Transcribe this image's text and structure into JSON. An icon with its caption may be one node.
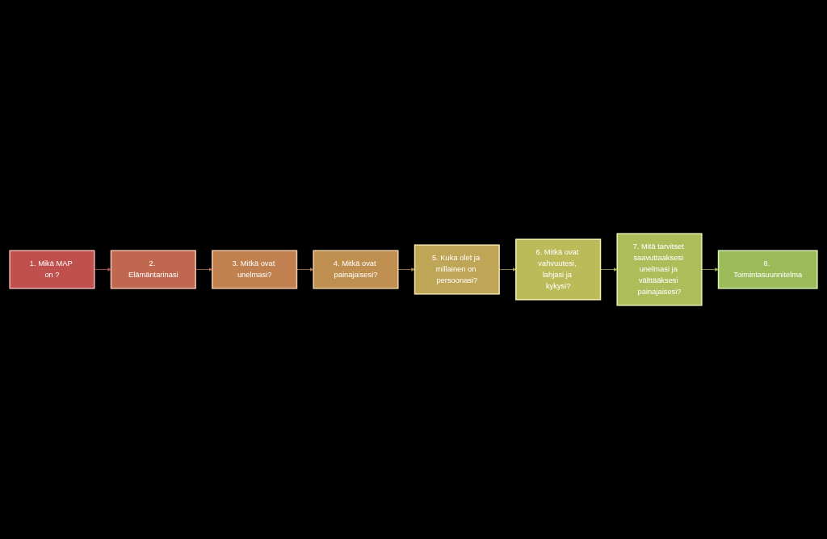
{
  "diagram": {
    "nodes": [
      {
        "text": [
          "1. Mikä MAP on ?"
        ]
      },
      {
        "text": [
          "2. Elämäntarinasi"
        ]
      },
      {
        "text": [
          "3. Mitkä ovat unelmasi?"
        ]
      },
      {
        "text": [
          "4. Mitkä ovat painajaisesi?"
        ]
      },
      {
        "text": [
          "5. Kuka olet ja millainen on persoonasi?"
        ]
      },
      {
        "text": [
          "6. Mitkä ovat vahvuutesi, lahjasi ja kykysi?"
        ]
      },
      {
        "text": [
          "7. Mitä tarvitset saavuttaaksesi unelmasi ja välttääksesi painajaisesi?"
        ]
      },
      {
        "text": [
          "8. Toimintasuunnitelma"
        ]
      }
    ],
    "edges": [
      {
        "from": 0,
        "to": 1,
        "arrow": "to",
        "color": "#c0504d"
      },
      {
        "from": 1,
        "to": 2,
        "arrow": "to",
        "color": "#c0684f"
      },
      {
        "from": 2,
        "to": 3,
        "arrow": "to",
        "color": "#c08050"
      },
      {
        "from": 3,
        "to": 4,
        "arrow": "to",
        "color": "#b09550"
      },
      {
        "from": 4,
        "to": 5,
        "arrow": "to",
        "color": "#b0a552"
      },
      {
        "from": 5,
        "to": 6,
        "arrow": "to",
        "color": "#aab655"
      },
      {
        "from": 6,
        "to": 7,
        "arrow": "to",
        "color": "#9bbb59"
      }
    ]
  }
}
